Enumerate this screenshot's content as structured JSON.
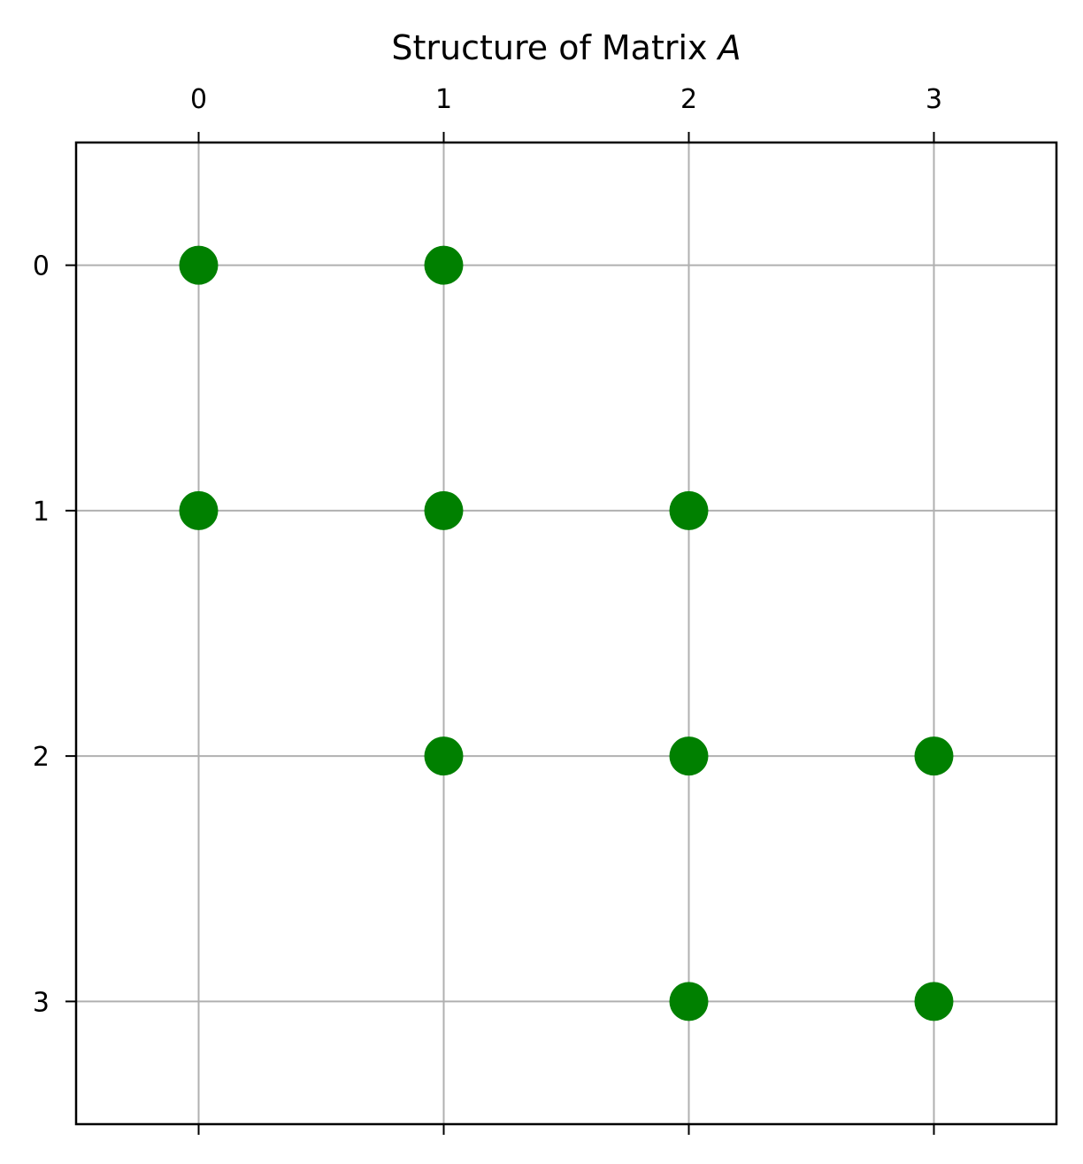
{
  "chart_data": {
    "type": "scatter",
    "title": "Structure of Matrix",
    "title_symbol": "A",
    "xlabel": "",
    "ylabel": "",
    "x_ticks": [
      "0",
      "1",
      "2",
      "3"
    ],
    "y_ticks": [
      "0",
      "1",
      "2",
      "3"
    ],
    "xlim": [
      -0.5,
      3.5
    ],
    "ylim": [
      3.5,
      -0.5
    ],
    "x_axis_position": "top",
    "y_axis_inverted": true,
    "grid": true,
    "marker": "circle",
    "marker_color": "#008000",
    "grid_color": "#b0b0b0",
    "points": [
      {
        "row": 0,
        "col": 0
      },
      {
        "row": 0,
        "col": 1
      },
      {
        "row": 1,
        "col": 0
      },
      {
        "row": 1,
        "col": 1
      },
      {
        "row": 1,
        "col": 2
      },
      {
        "row": 2,
        "col": 1
      },
      {
        "row": 2,
        "col": 2
      },
      {
        "row": 2,
        "col": 3
      },
      {
        "row": 3,
        "col": 2
      },
      {
        "row": 3,
        "col": 3
      }
    ]
  }
}
